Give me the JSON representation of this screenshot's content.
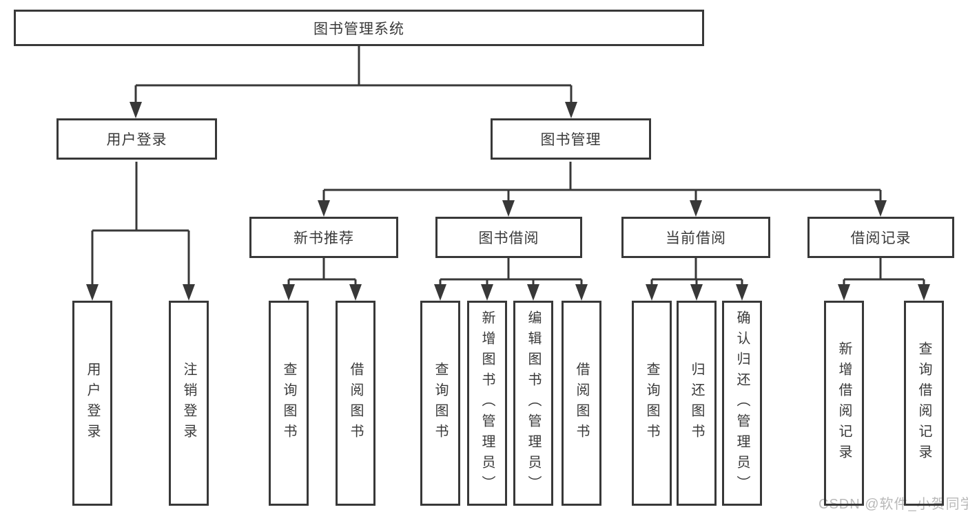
{
  "diagram_type": "hierarchy-tree",
  "tree": {
    "label": "图书管理系统",
    "children": [
      {
        "label": "用户登录",
        "children": [
          {
            "label": "用户登录"
          },
          {
            "label": "注销登录"
          }
        ]
      },
      {
        "label": "图书管理",
        "children": [
          {
            "label": "新书推荐",
            "children": [
              {
                "label": "查询图书"
              },
              {
                "label": "借阅图书"
              }
            ]
          },
          {
            "label": "图书借阅",
            "children": [
              {
                "label": "查询图书"
              },
              {
                "label": "新增图书（管理员）"
              },
              {
                "label": "编辑图书（管理员）"
              },
              {
                "label": "借阅图书"
              }
            ]
          },
          {
            "label": "当前借阅",
            "children": [
              {
                "label": "查询图书"
              },
              {
                "label": "归还图书"
              },
              {
                "label": "确认归还（管理员）"
              }
            ]
          },
          {
            "label": "借阅记录",
            "children": [
              {
                "label": "新增借阅记录"
              },
              {
                "label": "查询借阅记录"
              }
            ]
          }
        ]
      }
    ]
  },
  "watermark": "CSDN @软件_小贺同学",
  "colors": {
    "line": "#383838",
    "text": "#3a3a3a",
    "watermark": "#b9b9b9",
    "background": "#ffffff"
  }
}
